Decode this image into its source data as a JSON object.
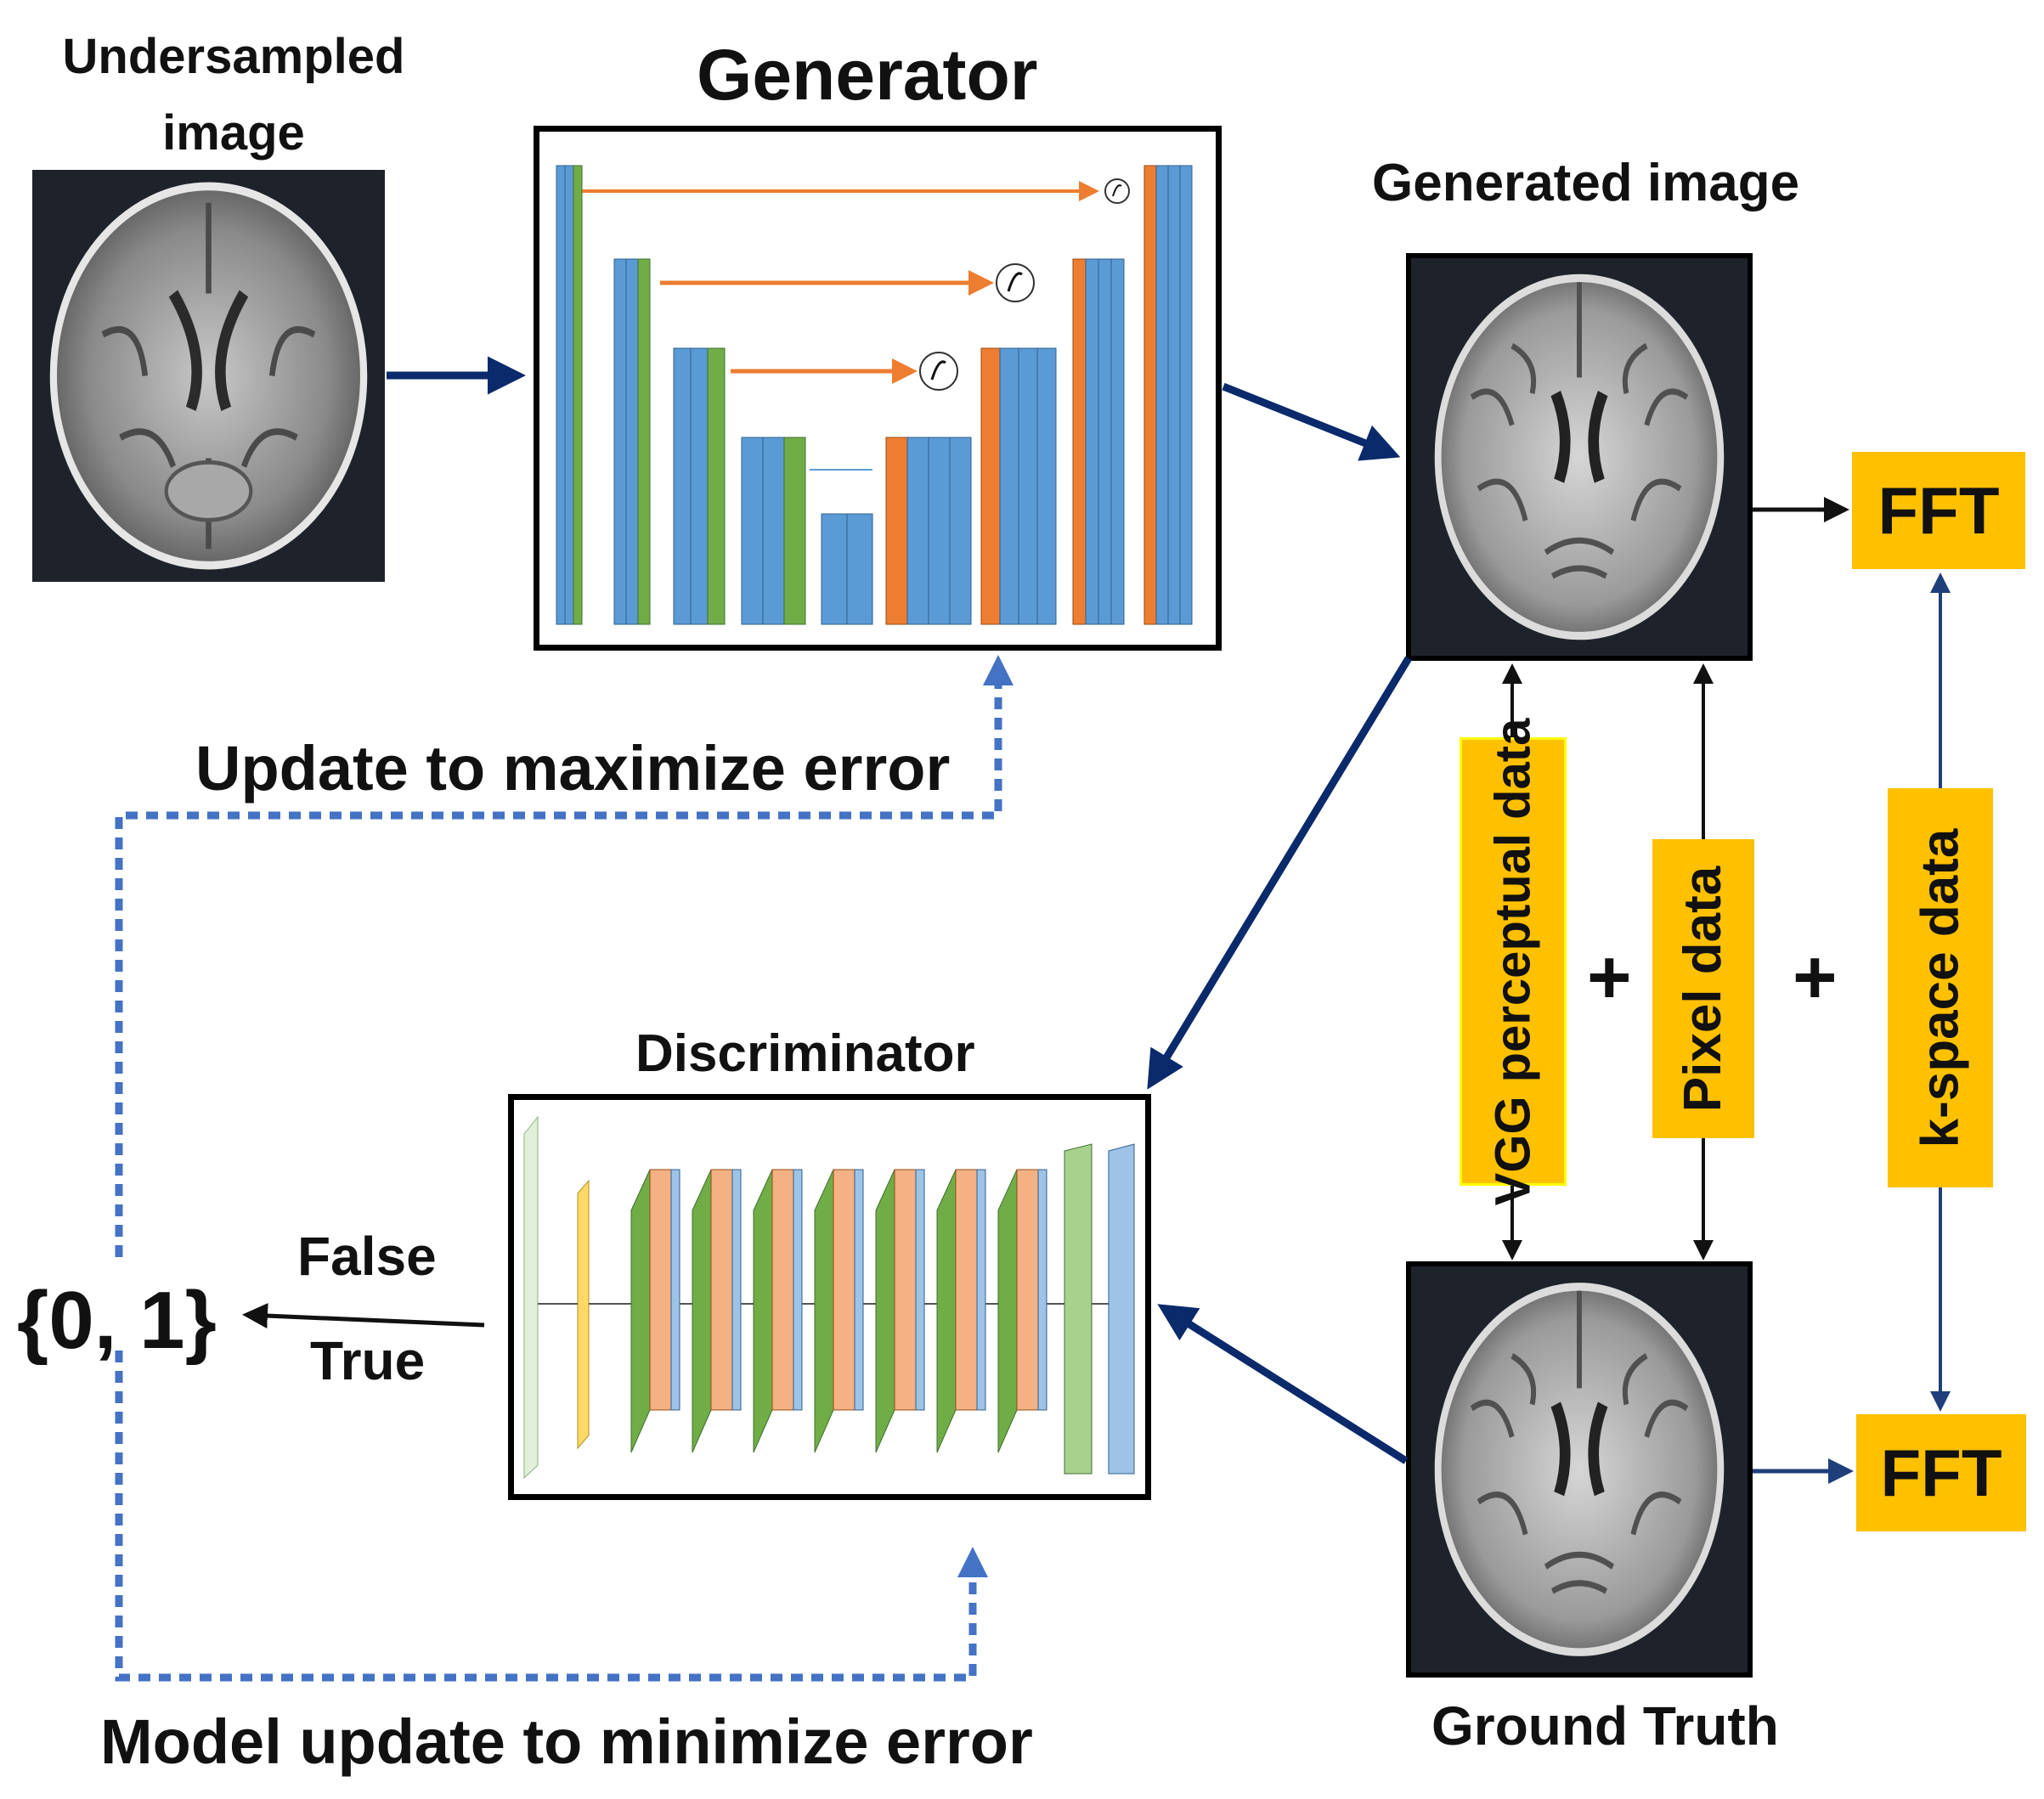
{
  "labels": {
    "undersampled": "Undersampled image",
    "generator": "Generator",
    "generated": "Generated image",
    "update_max": "Update to maximize error",
    "discriminator": "Discriminator",
    "ground_truth": "Ground Truth",
    "model_update_min": "Model update to minimize error",
    "false": "False",
    "true": "True",
    "output": "{0, 1}"
  },
  "loss_terms": {
    "vgg": "VGG perceptual data",
    "pixel": "Pixel data",
    "kspace": "k-space data",
    "plus_1": "+",
    "plus_2": "+"
  },
  "fft": {
    "top": "FFT",
    "bottom": "FFT"
  },
  "colors": {
    "flow_arrow": "#0a2a6b",
    "dashed_loop": "#4472c4",
    "loss_box": "#ffc000",
    "layer_blue": "#5b9bd5",
    "layer_green": "#70ad47",
    "layer_orange": "#ed7d31"
  }
}
